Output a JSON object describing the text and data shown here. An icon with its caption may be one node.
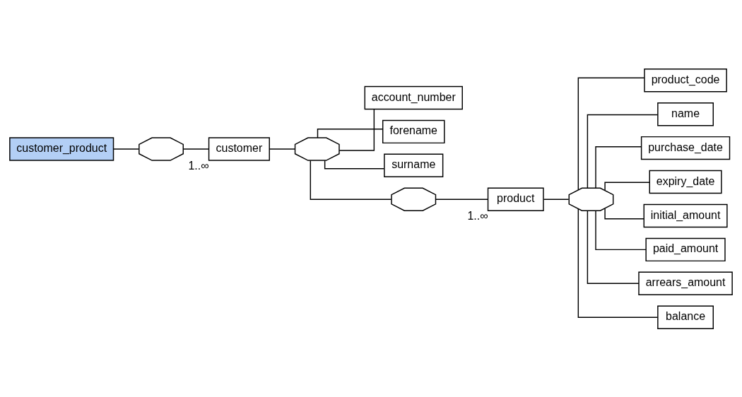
{
  "diagram": {
    "nodes": [
      {
        "text": [
          "customer_product"
        ]
      },
      {
        "text": [],
        "shape": "octagon"
      },
      {
        "text": [
          "customer"
        ],
        "beside": [
          "1..∞"
        ]
      },
      {
        "text": [],
        "shape": "octagon"
      },
      {
        "text": [
          "account_number"
        ]
      },
      {
        "text": [
          "forename"
        ]
      },
      {
        "text": [
          "surname"
        ]
      },
      {
        "text": [],
        "shape": "octagon"
      },
      {
        "text": [
          "product"
        ],
        "beside": [
          "1..∞"
        ]
      },
      {
        "text": [],
        "shape": "octagon"
      },
      {
        "text": [
          "product_code"
        ]
      },
      {
        "text": [
          "name"
        ]
      },
      {
        "text": [
          "purchase_date"
        ]
      },
      {
        "text": [
          "expiry_date"
        ]
      },
      {
        "text": [
          "initial_amount"
        ]
      },
      {
        "text": [
          "paid_amount"
        ]
      },
      {
        "text": [
          "arrears_amount"
        ]
      },
      {
        "text": [
          "balance"
        ]
      }
    ],
    "edges": [
      {
        "from": 0,
        "to": 1,
        "arrow": "none"
      },
      {
        "from": 1,
        "to": 2,
        "arrow": "none"
      },
      {
        "from": 2,
        "to": 3,
        "arrow": "none"
      },
      {
        "from": 3,
        "to": 4,
        "arrow": "none"
      },
      {
        "from": 3,
        "to": 5,
        "arrow": "none"
      },
      {
        "from": 3,
        "to": 6,
        "arrow": "none"
      },
      {
        "from": 3,
        "to": 7,
        "arrow": "none"
      },
      {
        "from": 7,
        "to": 8,
        "arrow": "none"
      },
      {
        "from": 8,
        "to": 9,
        "arrow": "none"
      },
      {
        "from": 9,
        "to": 10,
        "arrow": "none"
      },
      {
        "from": 9,
        "to": 11,
        "arrow": "none"
      },
      {
        "from": 9,
        "to": 12,
        "arrow": "none"
      },
      {
        "from": 9,
        "to": 13,
        "arrow": "none"
      },
      {
        "from": 9,
        "to": 14,
        "arrow": "none"
      },
      {
        "from": 9,
        "to": 15,
        "arrow": "none"
      },
      {
        "from": 9,
        "to": 16,
        "arrow": "none"
      },
      {
        "from": 9,
        "to": 17,
        "arrow": "none"
      }
    ]
  }
}
